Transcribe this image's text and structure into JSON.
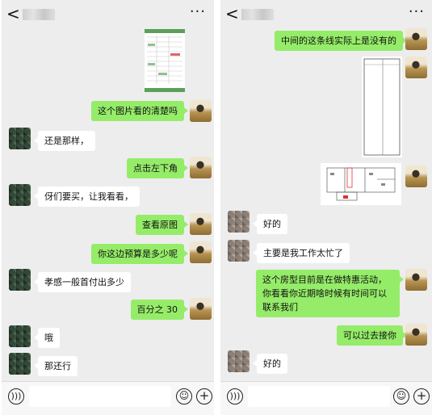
{
  "left": {
    "more_glyph": "···",
    "back_glyph": "<",
    "messages": {
      "m1": "这个图片看的清楚吗",
      "m2": "还是那样，",
      "m3": "点击左下角",
      "m4": "伢们要买，让我看看，",
      "m5": "查看原图",
      "m6": "你这边预算是多少呢",
      "m7": "孝感一般首付出多少",
      "m8": "百分之 30",
      "m9": "哦",
      "m10": "那还行"
    }
  },
  "right": {
    "more_glyph": "···",
    "back_glyph": "<",
    "messages": {
      "m1": "中间的这条线实际上是没有的",
      "m2": "好的",
      "m3": "主要是我工作太忙了",
      "m4": "这个房型目前是在做特惠活动，你看看你近期啥时候有时间可以联系我们",
      "m5": "可以过去接你",
      "m6": "好的"
    }
  },
  "icons": {
    "voice": "voice-icon",
    "emoji": "emoji-icon",
    "plus": "plus-icon"
  }
}
